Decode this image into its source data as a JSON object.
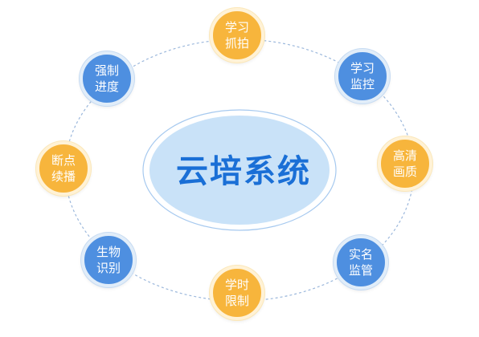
{
  "diagram": {
    "center_label": "云培系统",
    "colors": {
      "orange": "#f7b53c",
      "blue": "#4e8fe0",
      "center_fill": "#c9e2f8",
      "center_text": "#1a6fd6",
      "ring_dash": "#9cb8dc"
    },
    "nodes": [
      {
        "id": "capture",
        "line1": "学习",
        "line2": "抓拍",
        "color": "orange"
      },
      {
        "id": "monitor",
        "line1": "学习",
        "line2": "监控",
        "color": "blue"
      },
      {
        "id": "hd",
        "line1": "高清",
        "line2": "画质",
        "color": "orange"
      },
      {
        "id": "realname",
        "line1": "实名",
        "line2": "监管",
        "color": "blue"
      },
      {
        "id": "hours",
        "line1": "学时",
        "line2": "限制",
        "color": "orange"
      },
      {
        "id": "bio",
        "line1": "生物",
        "line2": "识别",
        "color": "blue"
      },
      {
        "id": "resume",
        "line1": "断点",
        "line2": "续播",
        "color": "orange"
      },
      {
        "id": "progress",
        "line1": "强制",
        "line2": "进度",
        "color": "blue"
      }
    ]
  }
}
